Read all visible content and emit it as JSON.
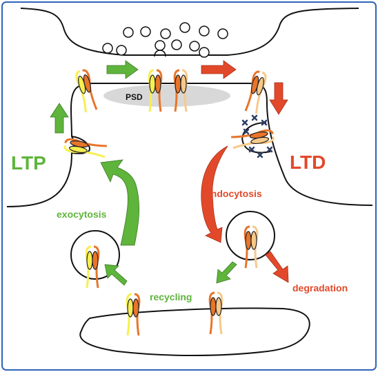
{
  "labels": {
    "ltp": "LTP",
    "ltd": "LTD",
    "psd": "PSD",
    "exocytosis": "exocytosis",
    "endocytosis": "endocytosis",
    "recycling": "recycling",
    "degradation": "degradation"
  },
  "colors": {
    "frame": "#2f63b8",
    "green": "#5fb43c",
    "red": "#e2492a",
    "psd_fill": "#d8d8d8",
    "receptor_orange": "#e8752a",
    "receptor_yellow": "#f7ef4f",
    "receptor_peach": "#f6c98a",
    "phospho_mark": "#2d3e66"
  }
}
